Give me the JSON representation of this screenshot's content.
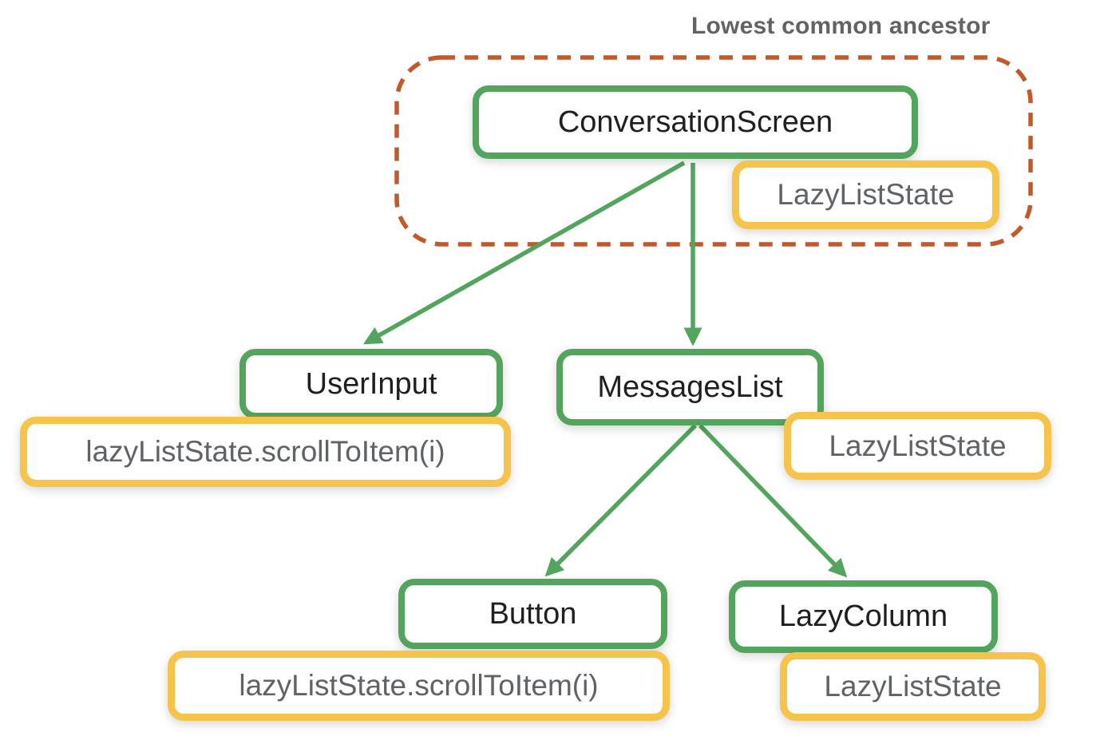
{
  "title": "Lowest common ancestor",
  "palette": {
    "node_border_green": "#53a45d",
    "state_border_yellow": "#f6c44a",
    "ancestor_outline_orange": "#c2592b",
    "node_text": "#1f1f1f",
    "state_text": "#5f6368",
    "title_text": "#636363"
  },
  "nodes": [
    {
      "id": "conversation-screen",
      "label": "ConversationScreen"
    },
    {
      "id": "user-input",
      "label": "UserInput"
    },
    {
      "id": "messages-list",
      "label": "MessagesList"
    },
    {
      "id": "button",
      "label": "Button"
    },
    {
      "id": "lazy-column",
      "label": "LazyColumn"
    }
  ],
  "state_badges": [
    {
      "id": "state-conversation-screen",
      "label": "LazyListState",
      "attached_to": "ConversationScreen"
    },
    {
      "id": "call-user-input",
      "label": "lazyListState.scrollToItem(i)",
      "attached_to": "UserInput"
    },
    {
      "id": "state-messages-list",
      "label": "LazyListState",
      "attached_to": "MessagesList"
    },
    {
      "id": "call-button",
      "label": "lazyListState.scrollToItem(i)",
      "attached_to": "Button"
    },
    {
      "id": "state-lazy-column",
      "label": "LazyListState",
      "attached_to": "LazyColumn"
    }
  ],
  "edges": [
    {
      "from": "ConversationScreen",
      "to": "UserInput"
    },
    {
      "from": "ConversationScreen",
      "to": "MessagesList"
    },
    {
      "from": "MessagesList",
      "to": "Button"
    },
    {
      "from": "MessagesList",
      "to": "LazyColumn"
    }
  ],
  "ancestor_group": {
    "outline_style": "dashed",
    "contains": [
      "ConversationScreen",
      "LazyListState"
    ]
  }
}
